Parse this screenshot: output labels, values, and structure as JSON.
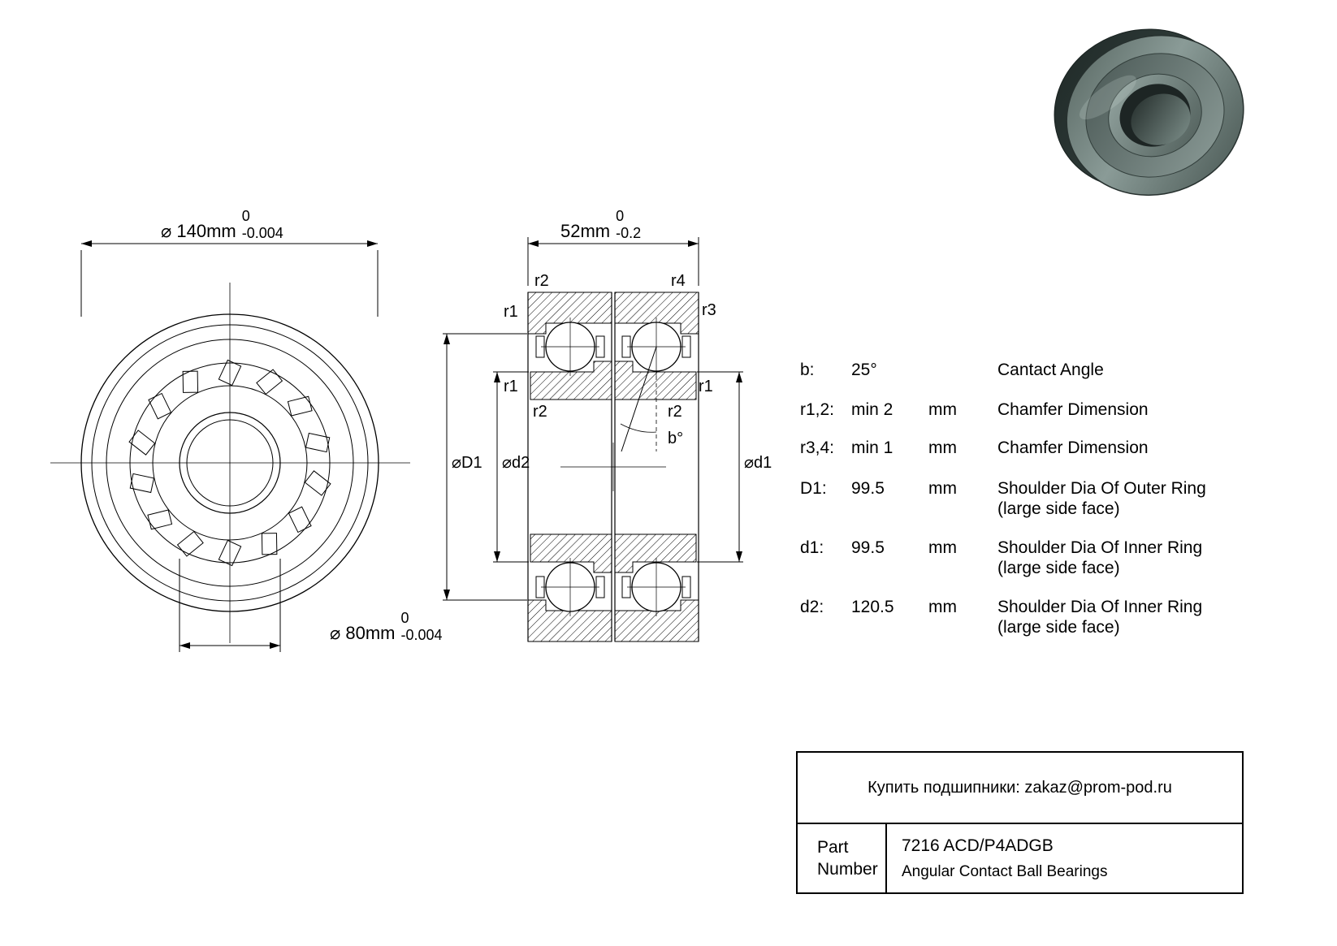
{
  "front_view": {
    "dim_outer": {
      "label": "⌀ 140mm",
      "tol_upper": "0",
      "tol_lower": "-0.004"
    },
    "dim_bore": {
      "label": "⌀ 80mm",
      "tol_upper": "0",
      "tol_lower": "-0.004"
    }
  },
  "section_view": {
    "dim_width": {
      "label": "52mm",
      "tol_upper": "0",
      "tol_lower": "-0.2"
    },
    "labels": {
      "r1": "r1",
      "r2": "r2",
      "r3": "r3",
      "r4": "r4",
      "angle": "b°",
      "D1": "⌀D1",
      "d2": "⌀d2",
      "d1": "⌀d1"
    }
  },
  "specs": {
    "rows": [
      {
        "param": "b:",
        "value": "25°",
        "unit": "",
        "desc": "Cantact Angle",
        "desc2": ""
      },
      {
        "param": "r1,2:",
        "value": "min 2",
        "unit": "mm",
        "desc": "Chamfer Dimension",
        "desc2": ""
      },
      {
        "param": "r3,4:",
        "value": "min 1",
        "unit": "mm",
        "desc": "Chamfer Dimension",
        "desc2": ""
      },
      {
        "param": "D1:",
        "value": "99.5",
        "unit": "mm",
        "desc": "Shoulder Dia Of Outer Ring",
        "desc2": "(large side face)"
      },
      {
        "param": "d1:",
        "value": "99.5",
        "unit": "mm",
        "desc": "Shoulder Dia Of Inner Ring",
        "desc2": "(large side face)"
      },
      {
        "param": "d2:",
        "value": "120.5",
        "unit": "mm",
        "desc": "Shoulder Dia Of Inner Ring",
        "desc2": "(large side face)"
      }
    ]
  },
  "title_block": {
    "contact": "Купить подшипники: zakaz@prom-pod.ru",
    "part_label_line1": "Part",
    "part_label_line2": "Number",
    "part_number": "7216 ACD/P4ADGB",
    "bearing_type": "Angular Contact Ball Bearings"
  },
  "colors": {
    "line": "#000000",
    "background": "#ffffff",
    "render_metal": "#6e7f7c"
  }
}
